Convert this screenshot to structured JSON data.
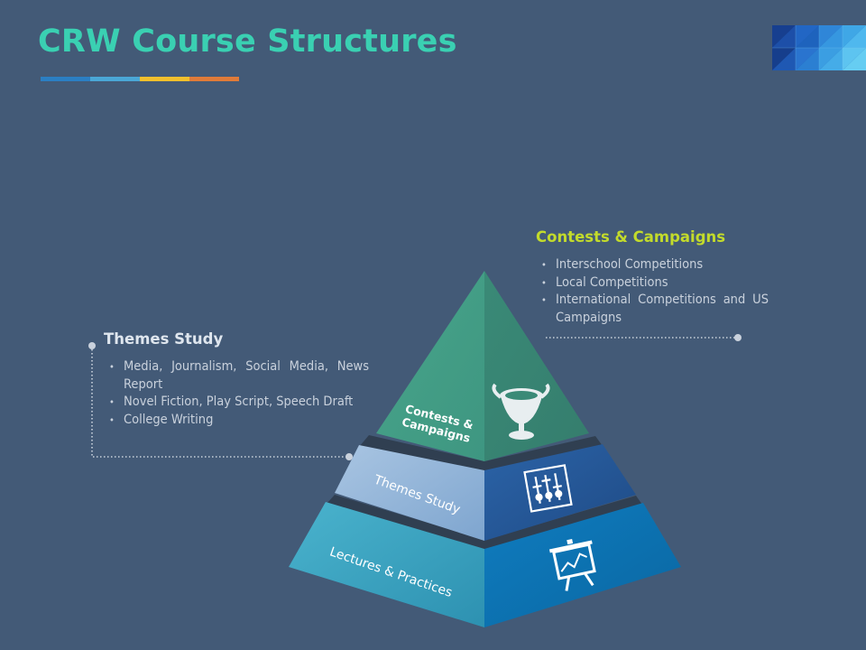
{
  "slide": {
    "title": "CRW Course Structures",
    "title_color": "#3ad0b2",
    "background_color": "#435a77",
    "title_bar_colors": [
      "#2b7fc3",
      "#4aa7d6",
      "#f3c02c",
      "#e07b39"
    ]
  },
  "themes_study": {
    "title": "Themes Study",
    "items": [
      "Media, Journalism, Social Media, News Report",
      "Novel Fiction, Play Script, Speech Draft",
      "College Writing"
    ]
  },
  "contests": {
    "title": "Contests & Campaigns",
    "title_color": "#c3db2b",
    "items": [
      "Interschool Competitions",
      "Local Competitions",
      "International Competitions and US Campaigns"
    ]
  },
  "pyramid": {
    "top_label_line1": "Contests &",
    "top_label_line2": "Campaigns",
    "middle_label": "Themes Study",
    "bottom_label": "Lectures & Practices",
    "top_icon": "trophy-icon",
    "middle_icon": "sliders-icon",
    "bottom_icon": "presentation-board-icon"
  }
}
